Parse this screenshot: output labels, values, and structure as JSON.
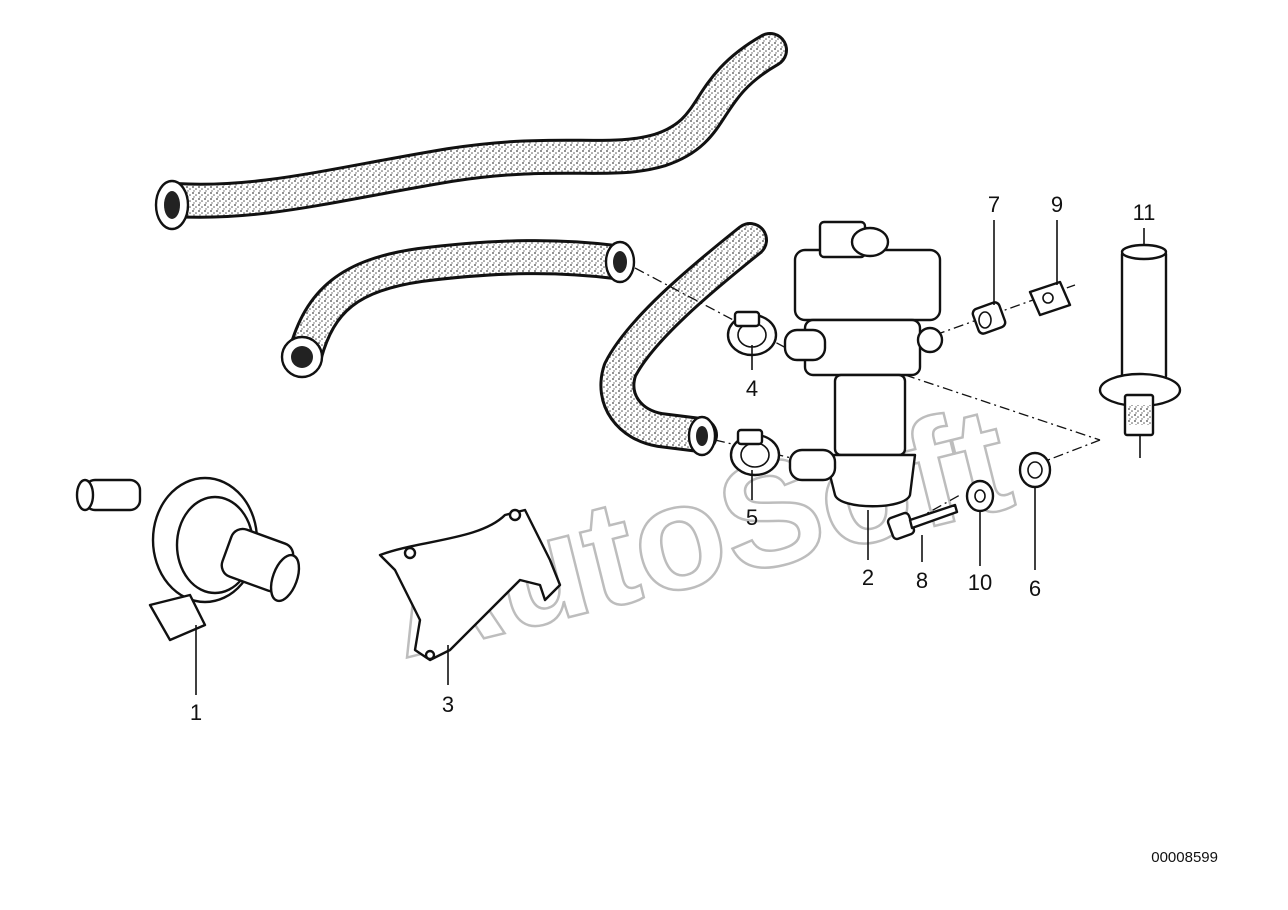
{
  "diagram_id": "00008599",
  "watermark": "AutoSoft",
  "callouts": [
    {
      "id": "c1",
      "label": "1"
    },
    {
      "id": "c2",
      "label": "2"
    },
    {
      "id": "c3",
      "label": "3"
    },
    {
      "id": "c4",
      "label": "4"
    },
    {
      "id": "c5",
      "label": "5"
    },
    {
      "id": "c6",
      "label": "6"
    },
    {
      "id": "c7",
      "label": "7"
    },
    {
      "id": "c8",
      "label": "8"
    },
    {
      "id": "c9",
      "label": "9"
    },
    {
      "id": "c10",
      "label": "10"
    },
    {
      "id": "c11",
      "label": "11"
    }
  ],
  "colors": {
    "ink": "#111111",
    "watermark": "#bdbdbd",
    "background": "#ffffff"
  }
}
